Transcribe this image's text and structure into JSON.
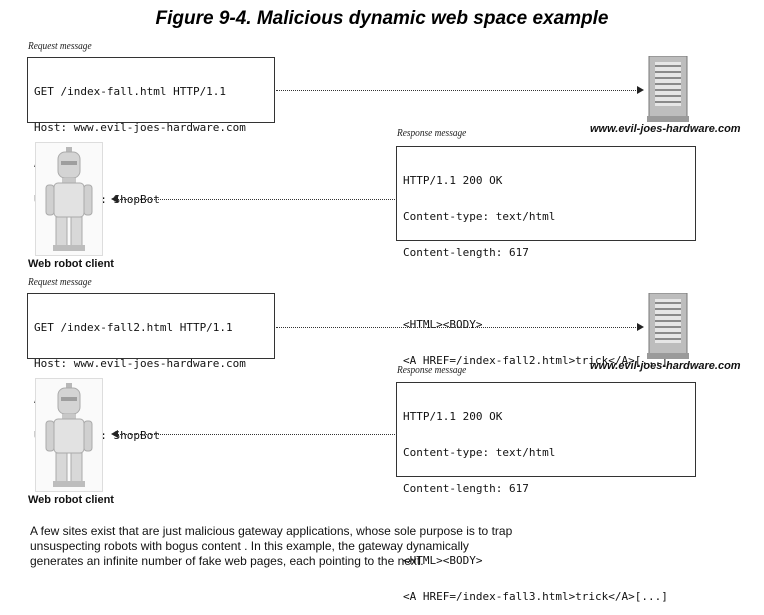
{
  "title": "Figure 9-4. Malicious dynamic web space example",
  "panel1": {
    "request_label": "Request message",
    "request_lines": [
      "GET /index-fall.html HTTP/1.1",
      "Host: www.evil-joes-hardware.com",
      "Accept: *",
      "User-agent: ShopBot"
    ],
    "server_label": "www.evil-joes-hardware.com",
    "response_label": "Response message",
    "response_header_lines": [
      "HTTP/1.1 200 OK",
      "Content-type: text/html",
      "Content-length: 617"
    ],
    "response_body_lines": [
      "<HTML><BODY>",
      "<A HREF=/index-fall2.html>trick</A>[...]"
    ],
    "client_label": "Web robot client"
  },
  "panel2": {
    "request_label": "Request message",
    "request_lines": [
      "GET /index-fall2.html HTTP/1.1",
      "Host: www.evil-joes-hardware.com",
      "Accept: *",
      "User-agent: ShopBot"
    ],
    "server_label": "www.evil-joes-hardware.com",
    "response_label": "Response message",
    "response_header_lines": [
      "HTTP/1.1 200 OK",
      "Content-type: text/html",
      "Content-length: 617"
    ],
    "response_body_lines": [
      "<HTML><BODY>",
      "<A HREF=/index-fall3.html>trick</A>[...]"
    ],
    "client_label": "Web robot client"
  },
  "caption": [
    "A few sites exist that are just malicious gateway applications, whose sole purpose is to trap",
    "unsuspecting robots with bogus content . In this example, the gateway dynamically",
    "generates an infinite number of fake web pages, each pointing to the next."
  ],
  "icons": {
    "server": "server-icon",
    "robot": "robot-icon"
  }
}
